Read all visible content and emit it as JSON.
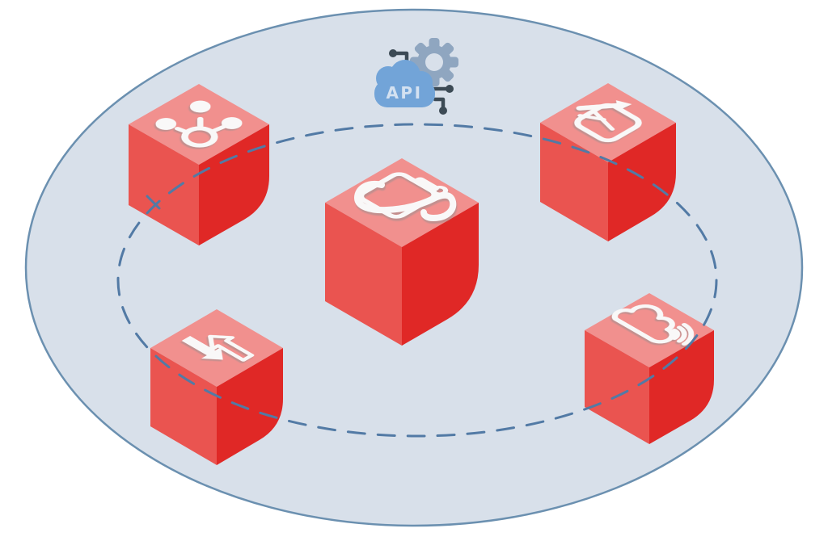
{
  "diagram": {
    "api_label": "API",
    "description": "Isometric platform diagram: five red cubes on a light-blue ellipse connected by a dashed orbit ring, topped by an API cloud-and-gear icon",
    "colors": {
      "background": "#ffffff",
      "platform_fill": "#d8e0ea",
      "platform_stroke": "#6b90b0",
      "ring_stroke": "#527aa5",
      "cube_top": "#f1908e",
      "cube_left": "#ea5450",
      "cube_right": "#e02826",
      "icon": "#f9f8f8",
      "api_cloud": "#72a4d8",
      "api_gear": "#8fa6c0",
      "api_circuit": "#3c4a55",
      "api_text": "#d3e1f1"
    },
    "nodes": [
      {
        "id": "node-share",
        "icon": "share-network-icon",
        "position": "top-left"
      },
      {
        "id": "node-export",
        "icon": "box-export-arrow-icon",
        "position": "top-right"
      },
      {
        "id": "node-clipboard",
        "icon": "clipboard-swoosh-icon",
        "position": "center"
      },
      {
        "id": "node-transfer",
        "icon": "up-down-arrows-icon",
        "position": "bottom-left"
      },
      {
        "id": "node-cloud",
        "icon": "cloud-signal-icon",
        "position": "bottom-right"
      }
    ]
  }
}
